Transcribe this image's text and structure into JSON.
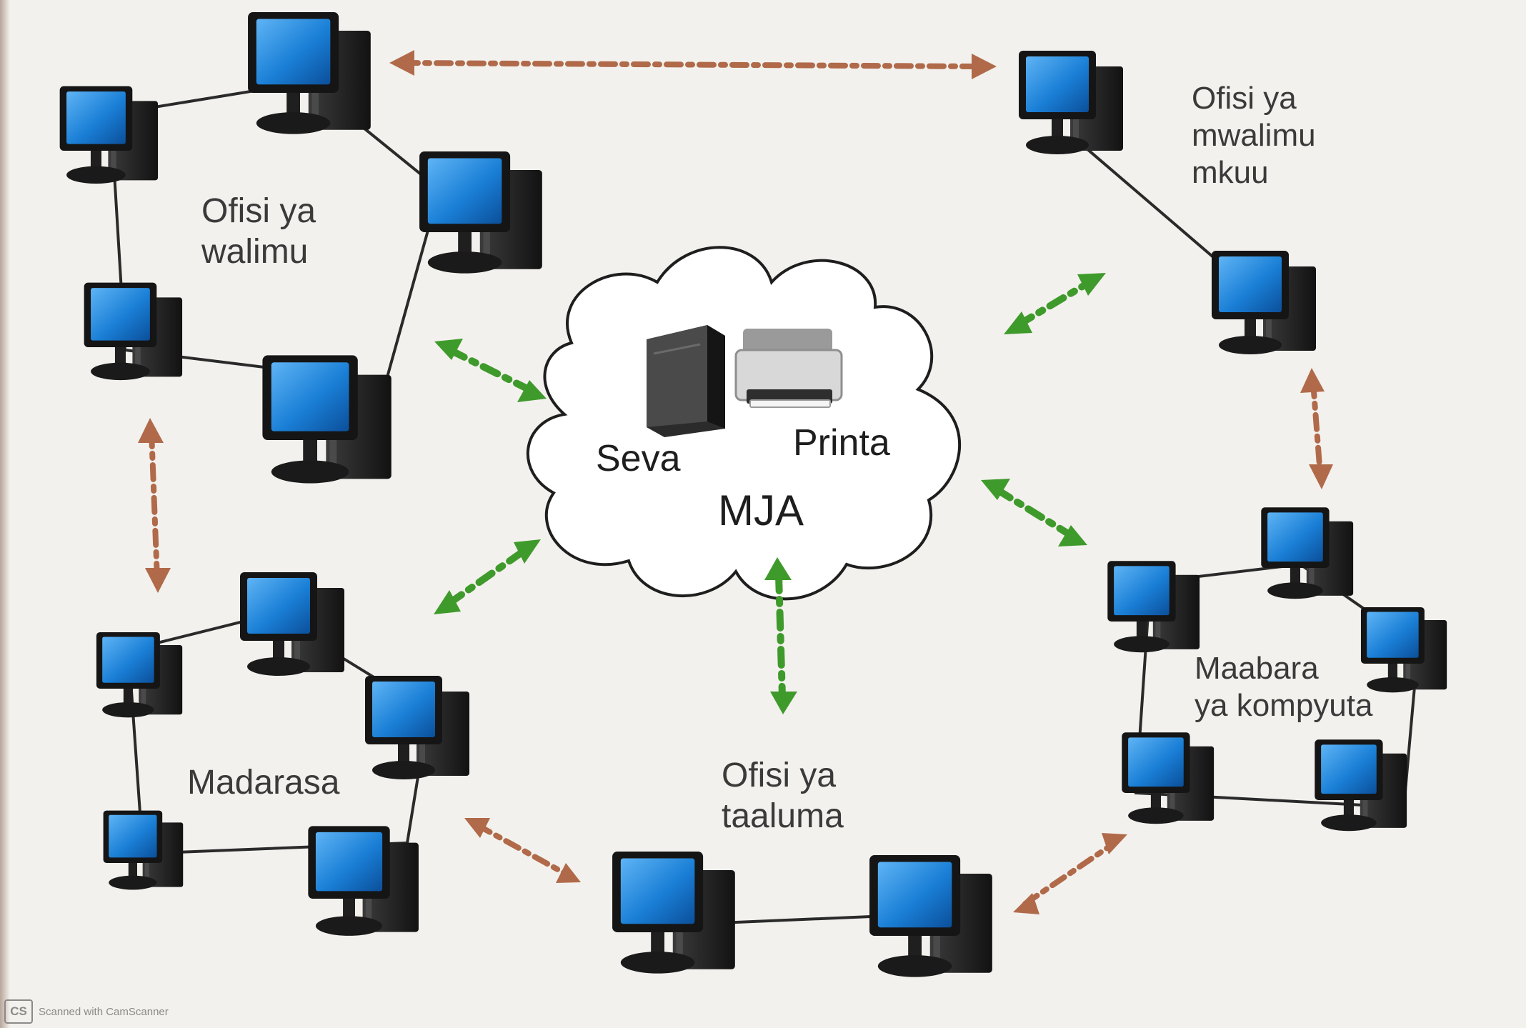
{
  "groups": {
    "walimu": "Ofisi ya\nwalimu",
    "mkuu": "Ofisi ya\nmwalimu\nmkuu",
    "madarasa": "Madarasa",
    "taaluma": "Ofisi ya\ntaaluma",
    "maabara": "Maabara\nya kompyuta"
  },
  "cloud": {
    "server_label": "Seva",
    "printer_label": "Printa",
    "center_label": "MJA"
  },
  "footer": {
    "badge": "CS",
    "text": "Scanned with CamScanner"
  },
  "colors": {
    "wan_link": "#b06a4a",
    "mja_link": "#3f9a2c",
    "lan_line": "#2a2a2a",
    "screen": "#1a7fd6"
  },
  "icons": [
    "computer-icon",
    "server-icon",
    "printer-icon",
    "cloud-icon"
  ]
}
